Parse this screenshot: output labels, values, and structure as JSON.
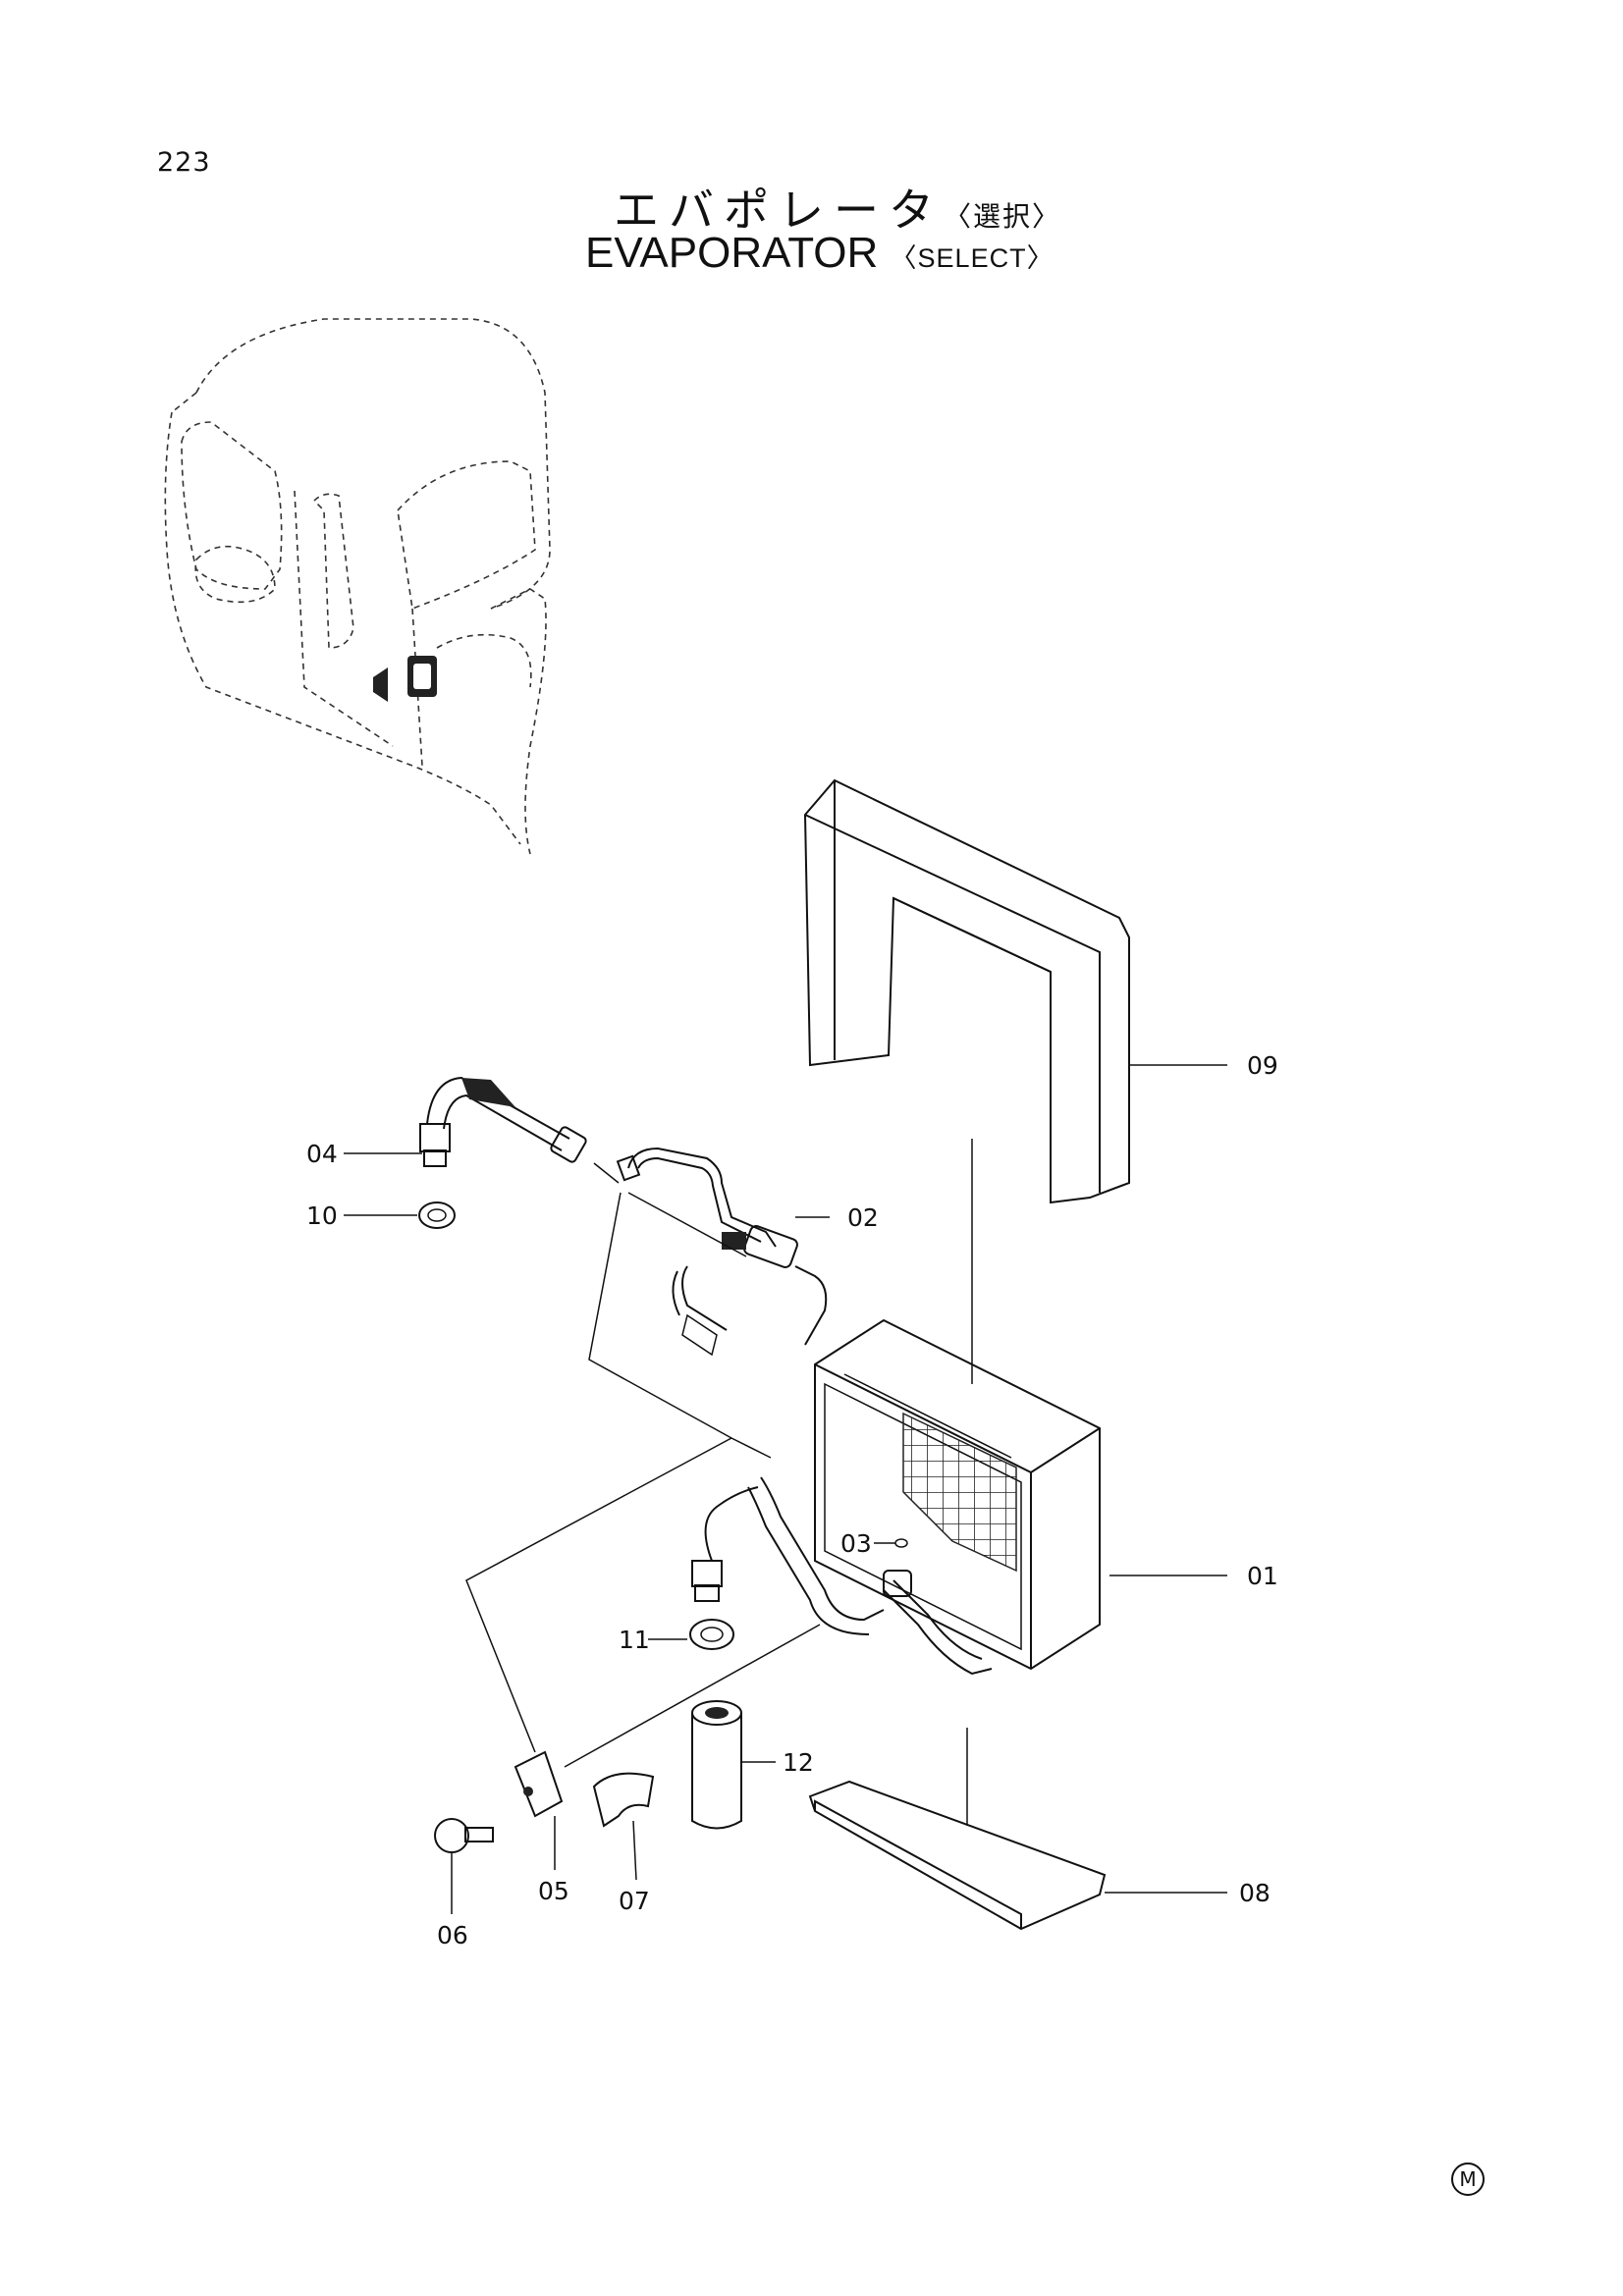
{
  "page_number": "223",
  "title_ja": "エバポレータ",
  "title_ja_qualifier": "〈選択〉",
  "title_en": "EVAPORATOR",
  "title_en_qualifier": "〈SELECT〉",
  "maker_mark": "M",
  "parts": [
    {
      "ref": "01"
    },
    {
      "ref": "02"
    },
    {
      "ref": "03"
    },
    {
      "ref": "04"
    },
    {
      "ref": "05"
    },
    {
      "ref": "06"
    },
    {
      "ref": "07"
    },
    {
      "ref": "08"
    },
    {
      "ref": "09"
    },
    {
      "ref": "10"
    },
    {
      "ref": "11"
    },
    {
      "ref": "12"
    }
  ]
}
